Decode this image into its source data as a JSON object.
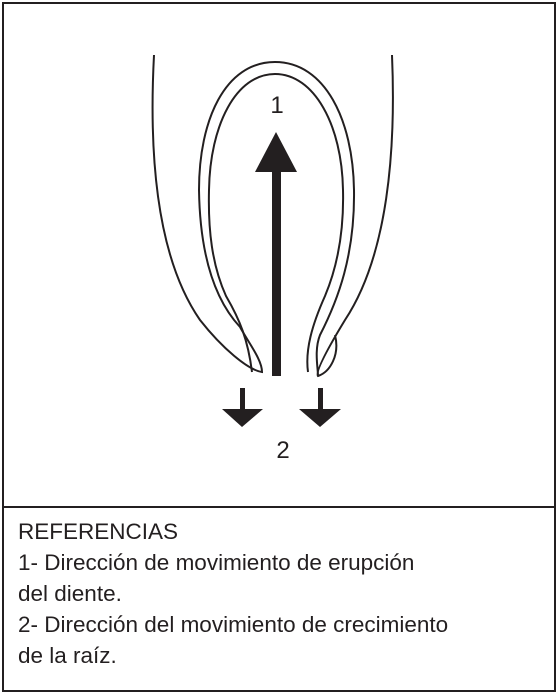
{
  "diagram": {
    "label_1": "1",
    "label_2": "2",
    "colors": {
      "stroke": "#231f20",
      "background": "#ffffff"
    }
  },
  "references": {
    "title": "REFERENCIAS",
    "lines": [
      "1- Dirección de movimiento de erupción",
      "del diente.",
      "2- Dirección del movimiento de crecimiento",
      "de la raíz."
    ]
  }
}
